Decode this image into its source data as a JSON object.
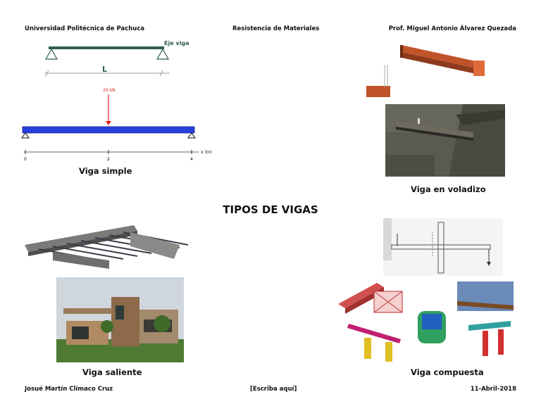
{
  "header": {
    "university": "Universidad Politécnica de Pachuca",
    "course": "Resistencia de Materiales",
    "professor": "Prof. Miguel Antonio Álvarez Quezada"
  },
  "footer": {
    "author": "Josué Martín Clímaco Cruz",
    "placeholder": "[Escriba aquí]",
    "date": "11-Abril-2018"
  },
  "title": "TIPOS DE VIGAS",
  "figures": {
    "beam_axis": {
      "axis_label": "Eje viga",
      "length_label": "L"
    },
    "simple_beam": {
      "load_label": "20 kN",
      "ticks": [
        "0",
        "2",
        "4"
      ],
      "axis_label": "x (m)"
    }
  },
  "captions": {
    "simple": "Viga simple",
    "cantilever": "Viga en voladizo",
    "overhang": "Viga saliente",
    "composite": "Viga compuesta"
  },
  "colors": {
    "beam_blue": "#2a3fe0",
    "load_red": "#e02020",
    "axis_green": "#2f5e4e",
    "steel_orange": "#c0532a"
  }
}
